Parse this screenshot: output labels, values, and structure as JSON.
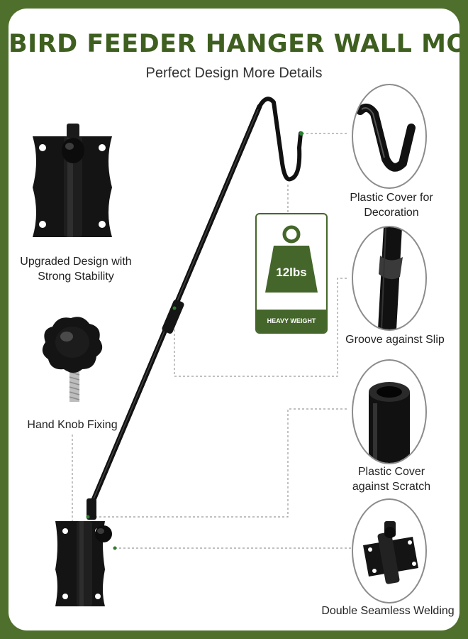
{
  "header": {
    "title": "BIRD FEEDER HANGER WALL MOUNT",
    "subtitle": "Perfect Design More Details"
  },
  "features": {
    "stability": {
      "line1": "Upgraded Design with",
      "line2": "Strong Stability"
    },
    "knob": {
      "line1": "Hand Knob Fixing"
    },
    "plastic_cover_decoration": {
      "line1": "Plastic Cover for",
      "line2": "Decoration"
    },
    "groove": {
      "line1": "Groove against Slip"
    },
    "plastic_cover_scratch": {
      "line1": "Plastic Cover",
      "line2": "against Scratch"
    },
    "welding": {
      "line1": "Double Seamless Welding"
    }
  },
  "badge": {
    "weight": "12lbs",
    "caption": "HEAVY WEIGHT"
  },
  "colors": {
    "brand_green": "#3e5f1f",
    "border_green": "#4f6f2c",
    "metal_black": "#111111"
  },
  "icons": [
    "mounting-plate-icon",
    "knob-icon",
    "hook-icon",
    "weight-icon",
    "rod-groove-icon",
    "tube-icon",
    "welded-bracket-icon"
  ]
}
